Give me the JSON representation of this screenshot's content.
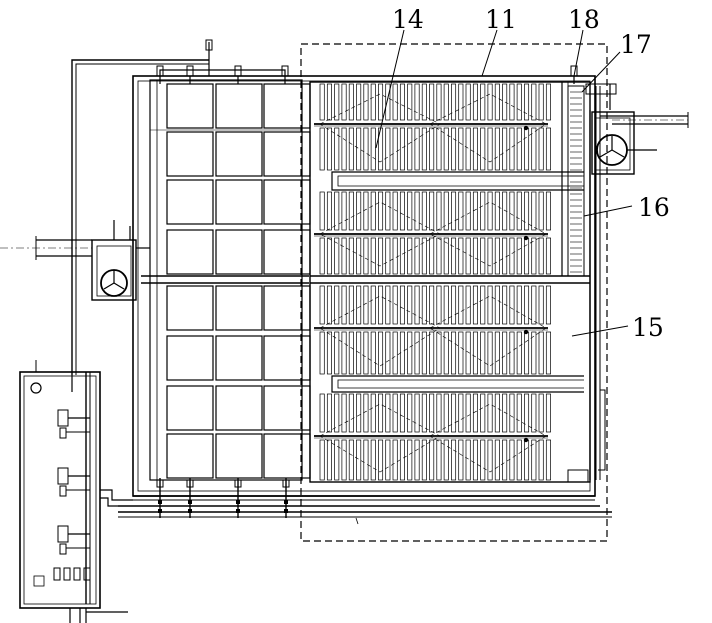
{
  "labels": {
    "l14": "14",
    "l11": "11",
    "l18": "18",
    "l17": "17",
    "l16": "16",
    "l15": "15"
  },
  "colors": {
    "ink": "#000000",
    "background": "#ffffff"
  }
}
